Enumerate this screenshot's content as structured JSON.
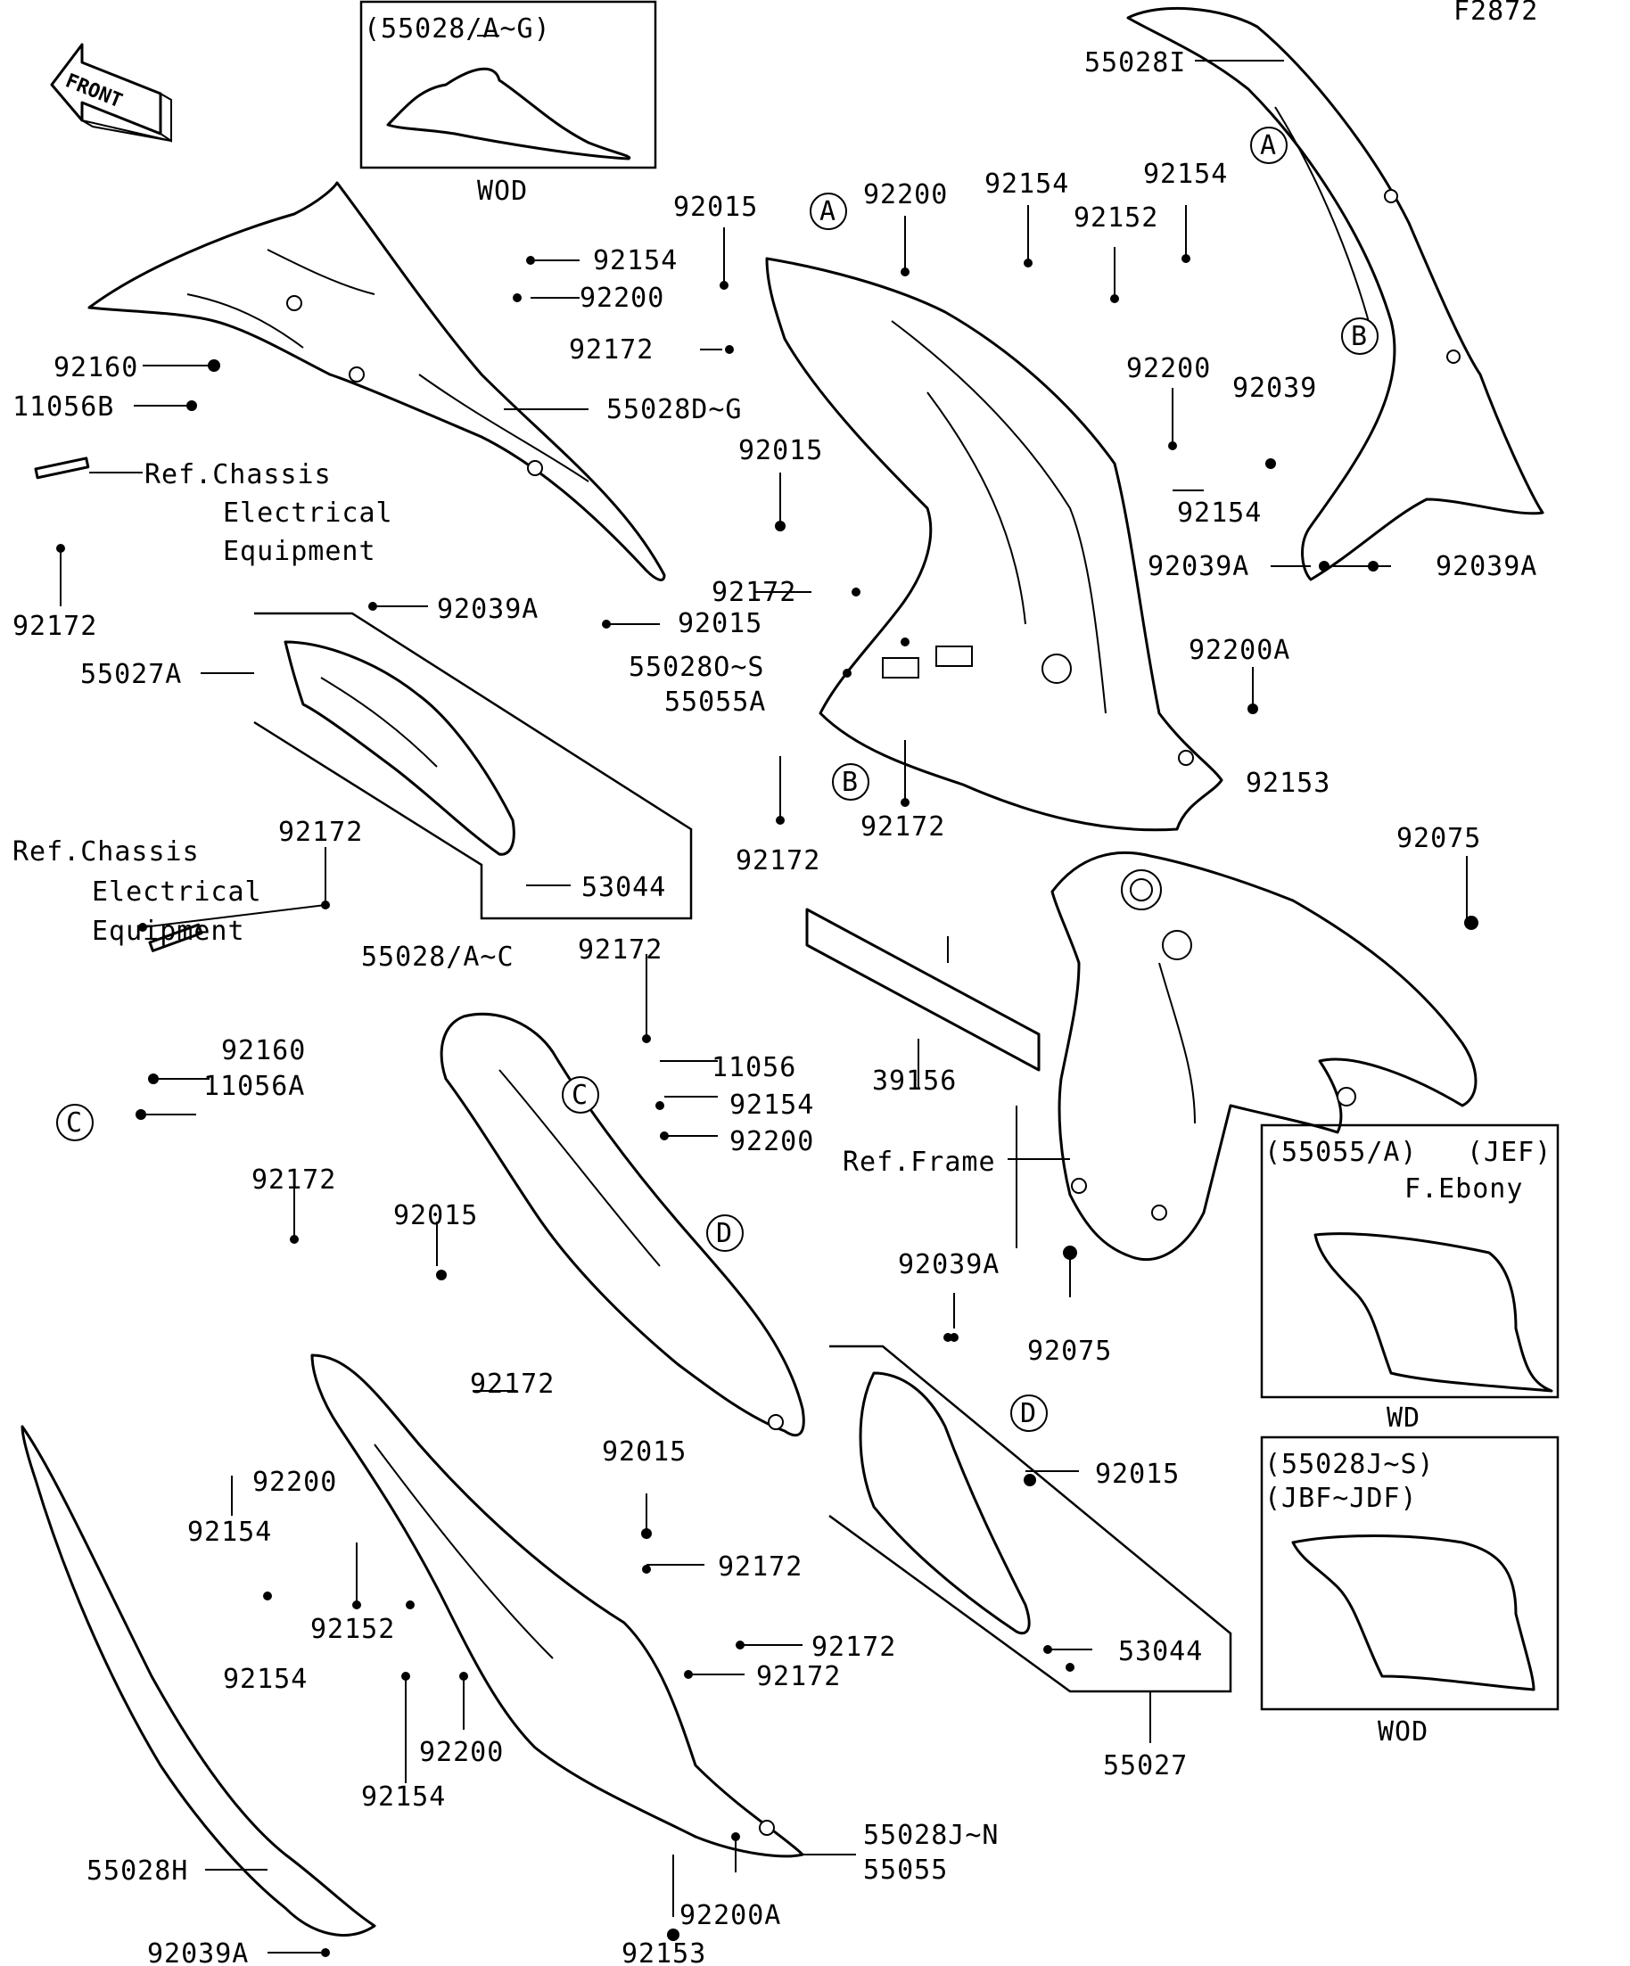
{
  "figure_code": "F2872",
  "front_arrow": "FRONT",
  "labels": {
    "l_55028I": "55028I",
    "l_55028AG": "(55028/A~G)",
    "l_wod_top": "WOD",
    "l_92015_a": "92015",
    "l_92200_a": "92200",
    "l_92154_a": "92154",
    "l_92154_b": "92154",
    "l_92152_a": "92152",
    "l_92154_c": "92154",
    "l_92200_b": "92200",
    "l_92160_a": "92160",
    "l_11056B": "11056B",
    "l_92172_a": "92172",
    "l_55028DG": "55028D~G",
    "l_refchassis_1a": "Ref.Chassis",
    "l_refchassis_1b": "Electrical",
    "l_refchassis_1c": "Equipment",
    "l_92015_b": "92015",
    "l_92200_c": "92200",
    "l_92039": "92039",
    "l_92154_d": "92154",
    "l_92039A_a": "92039A",
    "l_92039A_b": "92039A",
    "l_92172_b": "92172",
    "l_92039A_c": "92039A",
    "l_92015_c": "92015",
    "l_92172_c": "92172",
    "l_55027A": "55027A",
    "l_55028OS": "55028O~S",
    "l_55055A": "55055A",
    "l_92200A_a": "92200A",
    "l_92153_a": "92153",
    "l_92172_d": "92172",
    "l_92172_e": "92172",
    "l_refchassis_2a": "Ref.Chassis",
    "l_refchassis_2b": "Electrical",
    "l_refchassis_2c": "Equipment",
    "l_92172_f": "92172",
    "l_53044_a": "53044",
    "l_92075_a": "92075",
    "l_55028AC": "55028/A~C",
    "l_92172_g": "92172",
    "l_92160_b": "92160",
    "l_11056A": "11056A",
    "l_11056": "11056",
    "l_39156": "39156",
    "l_92154_e": "92154",
    "l_92200_d": "92200",
    "l_refframe": "Ref.Frame",
    "l_92172_h": "92172",
    "l_92015_d": "92015",
    "l_55055A_box": "(55055/A)",
    "l_jef": "(JEF)",
    "l_febony": "F.Ebony",
    "l_92039A_d": "92039A",
    "l_92075_b": "92075",
    "l_wd": "WD",
    "l_92172_i": "92172",
    "l_92200_e": "92200",
    "l_92154_f": "92154",
    "l_92015_e": "92015",
    "l_92015_f": "92015",
    "l_55028JS": "(55028J~S)",
    "l_jbfjdf": "(JBF~JDF)",
    "l_92172_j": "92172",
    "l_92152_b": "92152",
    "l_92154_g": "92154",
    "l_92172_k": "92172",
    "l_92172_l": "92172",
    "l_53044_b": "53044",
    "l_92200_f": "92200",
    "l_92154_h": "92154",
    "l_wod_bottom": "WOD",
    "l_55027": "55027",
    "l_55028H": "55028H",
    "l_55028JN": "55028J~N",
    "l_55055": "55055",
    "l_92200A_b": "92200A",
    "l_92039A_e": "92039A",
    "l_92153_b": "92153"
  },
  "callouts": {
    "A1": "A",
    "A2": "A",
    "B1": "B",
    "B2": "B",
    "C1": "C",
    "C2": "C",
    "D1": "D",
    "D2": "D"
  }
}
